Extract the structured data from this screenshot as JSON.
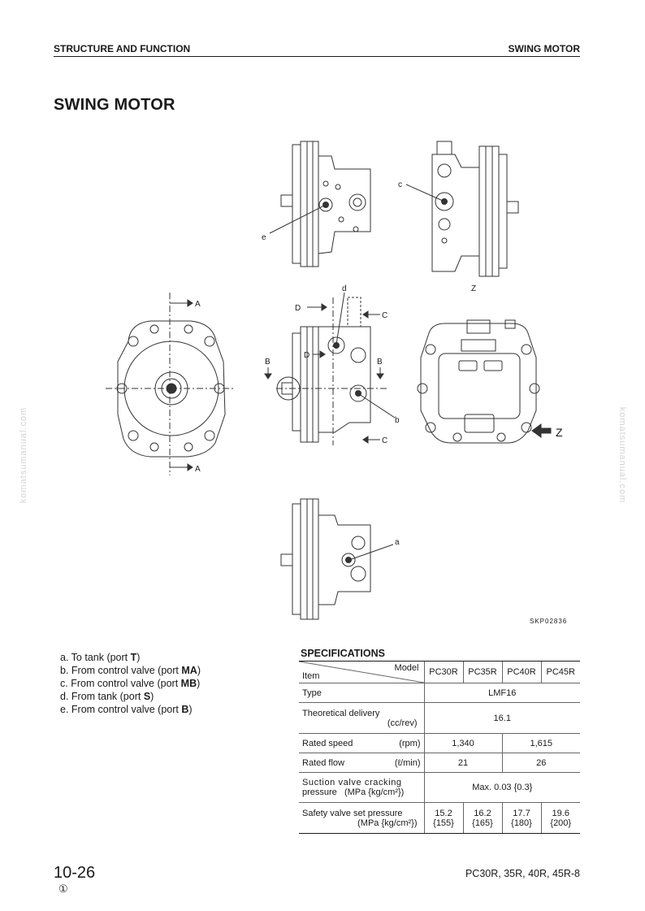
{
  "header": {
    "left": "STRUCTURE AND FUNCTION",
    "right": "SWING MOTOR"
  },
  "page_title": "SWING MOTOR",
  "watermark": "komatsumanual.com",
  "diagram": {
    "labels": {
      "e": "e",
      "c": "c",
      "Z": "Z",
      "d": "d",
      "D": "D",
      "C": "C",
      "A": "A",
      "B": "B",
      "b": "b",
      "a": "a"
    },
    "ref": "SKP02836"
  },
  "notes": [
    {
      "prefix": "a. To tank (port ",
      "port": "T",
      "suffix": ")"
    },
    {
      "prefix": "b. From control valve (port ",
      "port": "MA",
      "suffix": ")"
    },
    {
      "prefix": "c. From control valve (port ",
      "port": "MB",
      "suffix": ")"
    },
    {
      "prefix": "d. From tank (port ",
      "port": "S",
      "suffix": ")"
    },
    {
      "prefix": "e.  From control valve (port ",
      "port": "B",
      "suffix": ")"
    }
  ],
  "specs": {
    "title": "SPECIFICATIONS",
    "col_model": "Model",
    "col_item": "Item",
    "models": [
      "PC30R",
      "PC35R",
      "PC40R",
      "PC45R"
    ],
    "type_label": "Type",
    "type_value": "LMF16",
    "delivery_label": "Theoretical delivery",
    "delivery_unit": "(cc/rev)",
    "delivery_value": "16.1",
    "speed_label": "Rated speed",
    "speed_unit": "(rpm)",
    "speed_values": [
      "1,340",
      "1,615"
    ],
    "flow_label": "Rated flow",
    "flow_unit": "(ℓ/min)",
    "flow_values": [
      "21",
      "26"
    ],
    "suction_label_1": "Suction valve cracking",
    "suction_label_2": "pressure",
    "suction_unit": "(MPa {kg/cm²})",
    "suction_value": "Max. 0.03 {0.3}",
    "safety_label": "Safety valve set pressure",
    "safety_unit": "(MPa {kg/cm²})",
    "safety_values": [
      {
        "mpa": "15.2",
        "kg": "{155}"
      },
      {
        "mpa": "16.2",
        "kg": "{165}"
      },
      {
        "mpa": "17.7",
        "kg": "{180}"
      },
      {
        "mpa": "19.6",
        "kg": "{200}"
      }
    ]
  },
  "footer": {
    "page": "10-26",
    "rev": "①",
    "models": "PC30R, 35R, 40R, 45R-8"
  }
}
